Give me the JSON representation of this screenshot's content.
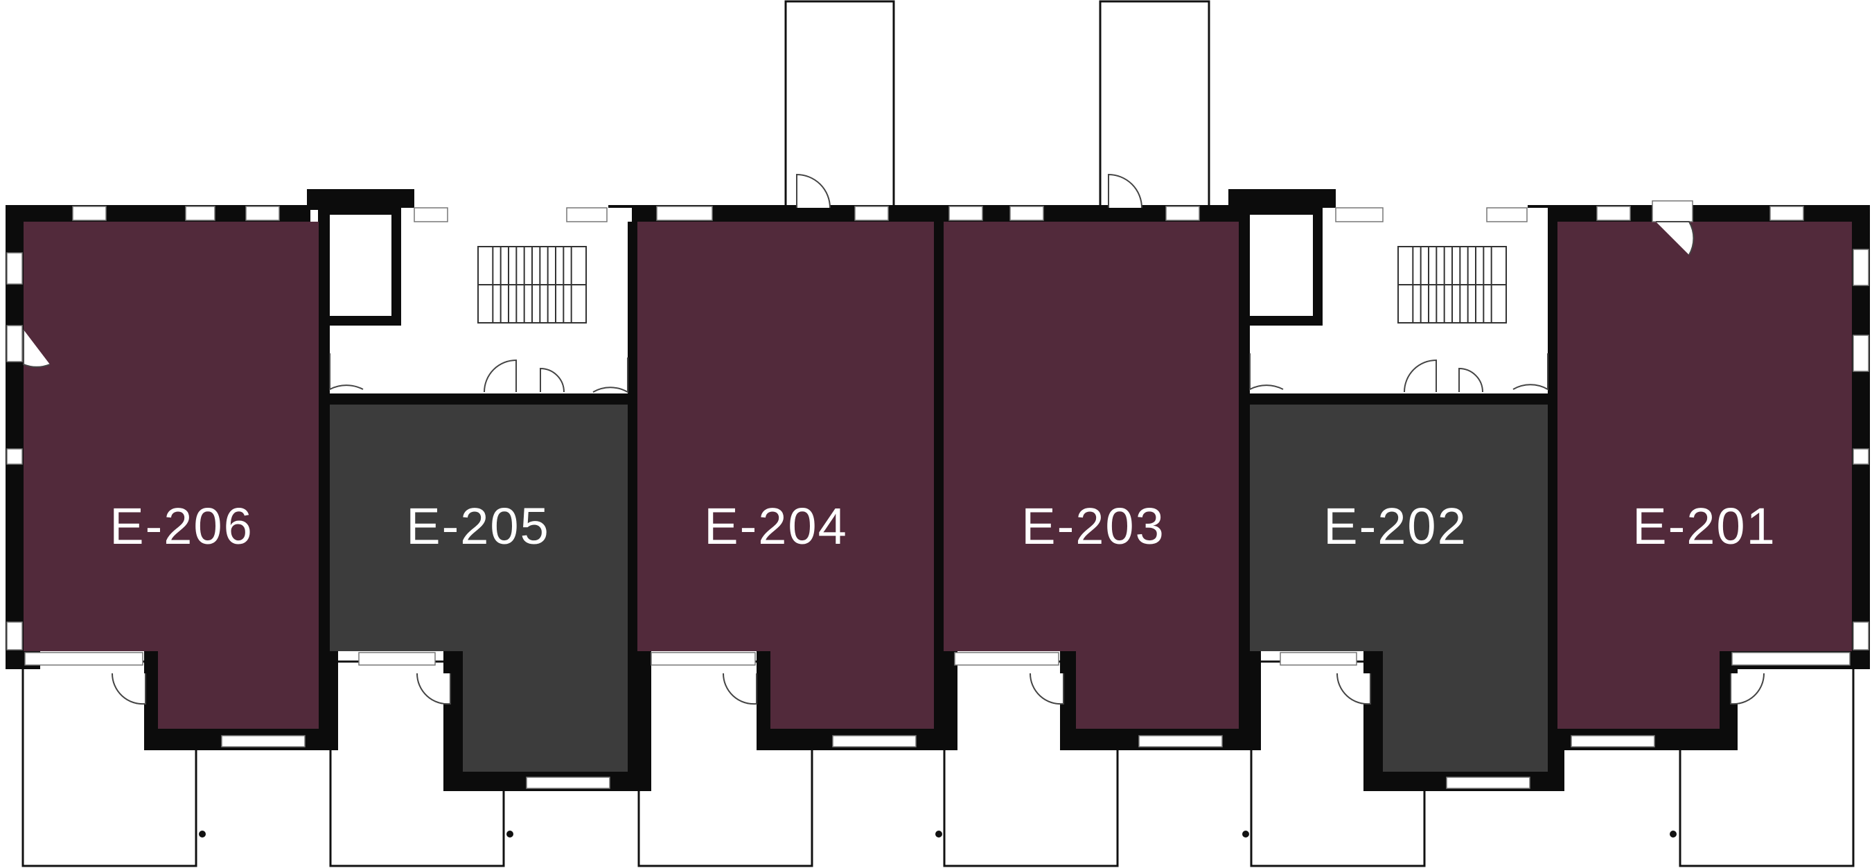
{
  "colors": {
    "available": "#522a3b",
    "unavailable": "#3c3c3c",
    "wall": "#0c0c0c",
    "outline": "#111111",
    "background": "#ffffff"
  },
  "units": [
    {
      "id": "E-206",
      "label": "E-206",
      "status": "available"
    },
    {
      "id": "E-205",
      "label": "E-205",
      "status": "unavailable"
    },
    {
      "id": "E-204",
      "label": "E-204",
      "status": "available"
    },
    {
      "id": "E-203",
      "label": "E-203",
      "status": "available"
    },
    {
      "id": "E-202",
      "label": "E-202",
      "status": "unavailable"
    },
    {
      "id": "E-201",
      "label": "E-201",
      "status": "available"
    }
  ],
  "icons": {
    "door": "door-swing-icon",
    "stair": "staircase-icon",
    "window": "window-icon"
  }
}
